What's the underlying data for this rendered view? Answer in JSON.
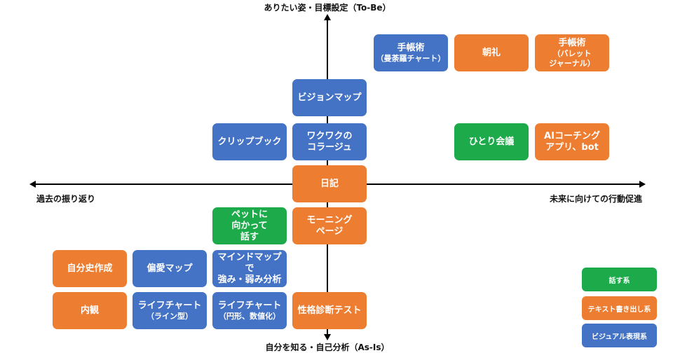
{
  "axes": {
    "top": "ありたい姿・目標設定（To-Be）",
    "bottom": "自分を知る・自己分析（As-Is）",
    "left": "過去の振り返り",
    "right": "未来に向けての行動促進"
  },
  "colors": {
    "talk": "#1CAA4A",
    "write": "#ED7D31",
    "visual": "#4472C4"
  },
  "items": [
    {
      "title": "手帳術",
      "sub": "（曼荼羅チャート）",
      "category": "visual"
    },
    {
      "title": "朝礼",
      "sub": "",
      "category": "write"
    },
    {
      "title": "手帳術",
      "sub": "（バレット\nジャーナル）",
      "category": "write"
    },
    {
      "title": "ビジョンマップ",
      "sub": "",
      "category": "visual"
    },
    {
      "title": "クリップブック",
      "sub": "",
      "category": "visual"
    },
    {
      "title": "ワクワクの\nコラージュ",
      "sub": "",
      "category": "visual"
    },
    {
      "title": "ひとり会議",
      "sub": "",
      "category": "talk"
    },
    {
      "title": "AIコーチング\nアプリ、bot",
      "sub": "",
      "category": "write"
    },
    {
      "title": "日記",
      "sub": "",
      "category": "write"
    },
    {
      "title": "ペットに\n向かって\n話す",
      "sub": "",
      "category": "talk"
    },
    {
      "title": "モーニング\nページ",
      "sub": "",
      "category": "write"
    },
    {
      "title": "自分史作成",
      "sub": "",
      "category": "write"
    },
    {
      "title": "偏愛マップ",
      "sub": "",
      "category": "visual"
    },
    {
      "title": "マインドマップ\nで\n強み・弱み分析",
      "sub": "",
      "category": "visual"
    },
    {
      "title": "内観",
      "sub": "",
      "category": "write"
    },
    {
      "title": "ライフチャート",
      "sub": "（ライン型）",
      "category": "visual"
    },
    {
      "title": "ライフチャート",
      "sub": "（円形、数値化）",
      "category": "visual"
    },
    {
      "title": "性格診断テスト",
      "sub": "",
      "category": "write"
    }
  ],
  "legend": [
    {
      "label": "話す系",
      "category": "talk"
    },
    {
      "label": "テキスト書き出し系",
      "category": "write"
    },
    {
      "label": "ビジュアル表現系",
      "category": "visual"
    }
  ]
}
